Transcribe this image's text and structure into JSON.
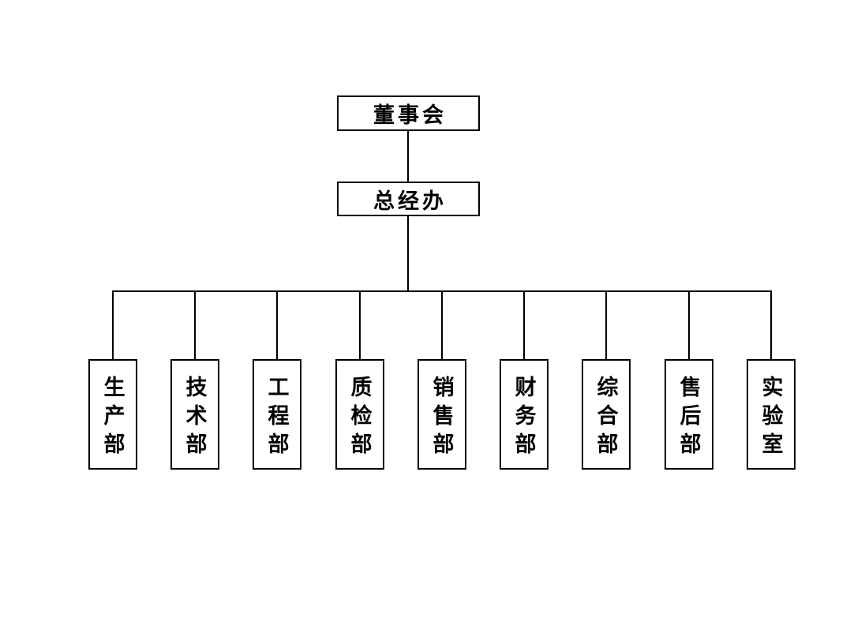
{
  "org_chart": {
    "type": "org-tree",
    "line_color": "#000000",
    "box_background": "#ffffff",
    "root": {
      "label": "董事会"
    },
    "level2": {
      "label": "总经办"
    },
    "departments": [
      {
        "label": "生产部"
      },
      {
        "label": "技术部"
      },
      {
        "label": "工程部"
      },
      {
        "label": "质检部"
      },
      {
        "label": "销售部"
      },
      {
        "label": "财务部"
      },
      {
        "label": "综合部"
      },
      {
        "label": "售后部"
      },
      {
        "label": "实验室"
      }
    ]
  }
}
